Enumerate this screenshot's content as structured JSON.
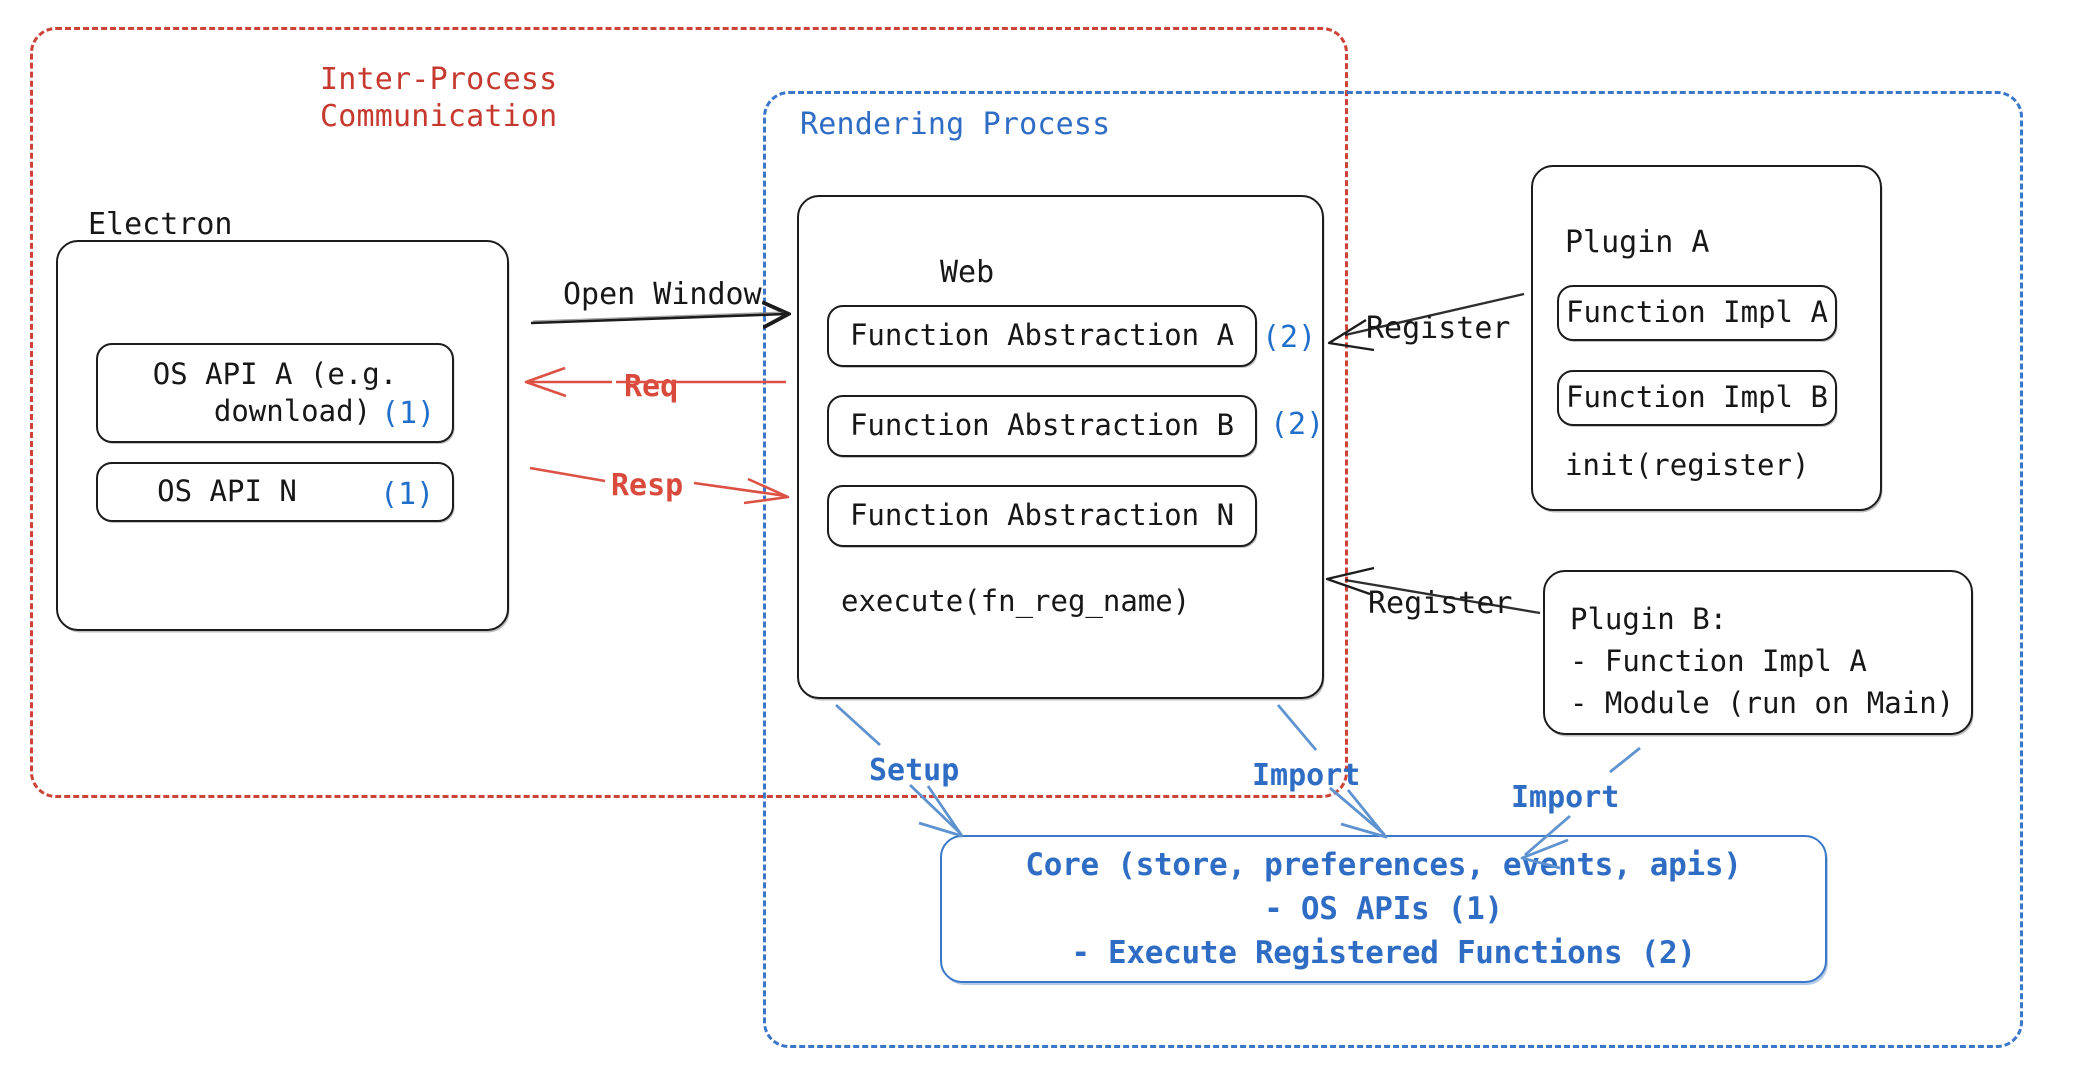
{
  "groups": {
    "ipc": {
      "label": "Inter-Process\nCommunication",
      "color": "#C6392F"
    },
    "rendering": {
      "label": "Rendering Process",
      "color": "#2F6DC4"
    }
  },
  "electron": {
    "title": "Electron",
    "apis": [
      {
        "text": "OS API A (e.g.\n  download)",
        "marker": "(1)"
      },
      {
        "text": "OS API N",
        "marker": "(1)"
      }
    ]
  },
  "web": {
    "title": "Web",
    "abstractions": [
      {
        "text": "Function Abstraction A",
        "marker": "(2)"
      },
      {
        "text": "Function Abstraction B",
        "marker": "(2)"
      },
      {
        "text": "Function Abstraction N",
        "marker": ""
      }
    ],
    "execute": "execute(fn_reg_name)"
  },
  "plugin_a": {
    "title": "Plugin A",
    "functions": [
      "Function Impl A",
      "Function Impl B"
    ],
    "init": "init(register)"
  },
  "plugin_b": {
    "lines": "Plugin B:\n- Function Impl A\n- Module (run on Main)"
  },
  "core": {
    "lines": [
      "Core (store, preferences, events, apis)",
      "- OS APIs (1)",
      "- Execute Registered Functions (2)"
    ]
  },
  "arrows": {
    "open_window": "Open Window",
    "req": "Req",
    "resp": "Resp",
    "register_top": "Register",
    "register_bottom": "Register",
    "setup": "Setup",
    "import_web": "Import",
    "import_plugin_b": "Import"
  },
  "colors": {
    "red": "#CC4337",
    "blue": "#3B77C8",
    "marker_blue": "#1F6FCB",
    "ink": "#171717"
  }
}
